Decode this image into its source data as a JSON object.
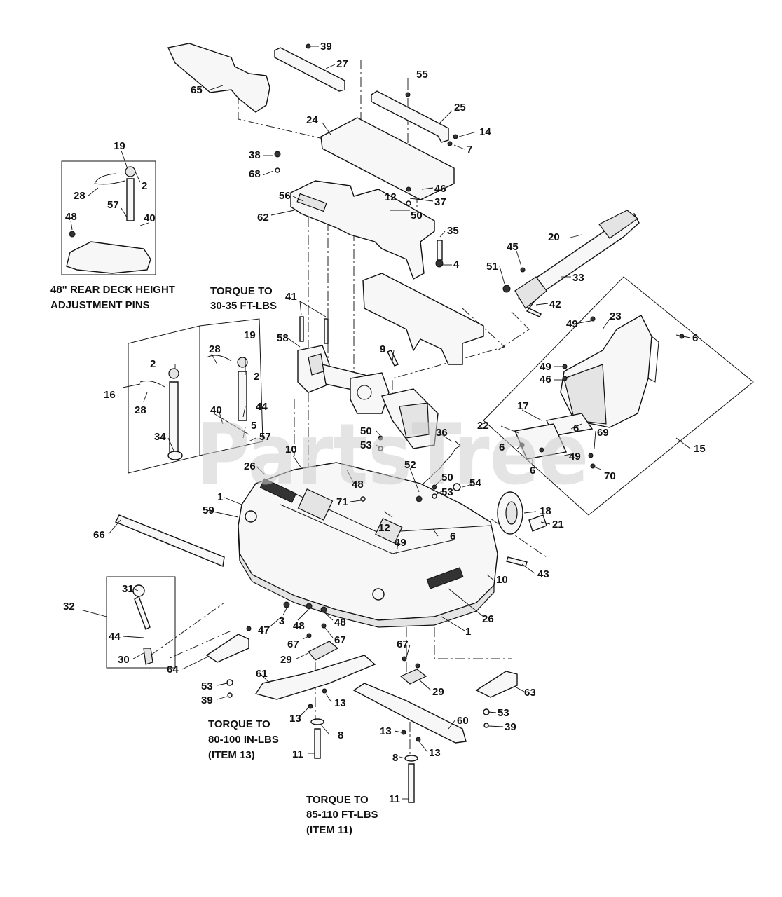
{
  "watermark": "PartsTree",
  "notes": {
    "rear_deck_line1": "48\" REAR DECK HEIGHT",
    "rear_deck_line2": "ADJUSTMENT PINS",
    "torque1_line1": "TORQUE TO",
    "torque1_line2": "30-35 FT-LBS",
    "torque2_line1": "TORQUE TO",
    "torque2_line2": "80-100 IN-LBS",
    "torque2_line3": "(ITEM 13)",
    "torque3_line1": "TORQUE TO",
    "torque3_line2": "85-110 FT-LBS",
    "torque3_line3": "(ITEM 11)"
  },
  "callouts": [
    {
      "id": "c39a",
      "text": "39"
    },
    {
      "id": "c27",
      "text": "27"
    },
    {
      "id": "c65",
      "text": "65"
    },
    {
      "id": "c55",
      "text": "55"
    },
    {
      "id": "c25",
      "text": "25"
    },
    {
      "id": "c24",
      "text": "24"
    },
    {
      "id": "c14",
      "text": "14"
    },
    {
      "id": "c7",
      "text": "7"
    },
    {
      "id": "c38",
      "text": "38"
    },
    {
      "id": "c68",
      "text": "68"
    },
    {
      "id": "c19a",
      "text": "19"
    },
    {
      "id": "c2a",
      "text": "2"
    },
    {
      "id": "c28a",
      "text": "28"
    },
    {
      "id": "c57a",
      "text": "57"
    },
    {
      "id": "c48a",
      "text": "48"
    },
    {
      "id": "c40a",
      "text": "40"
    },
    {
      "id": "c46a",
      "text": "46"
    },
    {
      "id": "c12a",
      "text": "12"
    },
    {
      "id": "c37",
      "text": "37"
    },
    {
      "id": "c56",
      "text": "56"
    },
    {
      "id": "c50a",
      "text": "50"
    },
    {
      "id": "c62",
      "text": "62"
    },
    {
      "id": "c35",
      "text": "35"
    },
    {
      "id": "c20",
      "text": "20"
    },
    {
      "id": "c45",
      "text": "45"
    },
    {
      "id": "c4",
      "text": "4"
    },
    {
      "id": "c51",
      "text": "51"
    },
    {
      "id": "c33",
      "text": "33"
    },
    {
      "id": "c42",
      "text": "42"
    },
    {
      "id": "c41",
      "text": "41"
    },
    {
      "id": "c23",
      "text": "23"
    },
    {
      "id": "c49a",
      "text": "49"
    },
    {
      "id": "c6a",
      "text": "6"
    },
    {
      "id": "c19b",
      "text": "19"
    },
    {
      "id": "c58",
      "text": "58"
    },
    {
      "id": "c9",
      "text": "9"
    },
    {
      "id": "c49b",
      "text": "49"
    },
    {
      "id": "c46b",
      "text": "46"
    },
    {
      "id": "c28b",
      "text": "28"
    },
    {
      "id": "c2b",
      "text": "2"
    },
    {
      "id": "c2c",
      "text": "2"
    },
    {
      "id": "c16",
      "text": "16"
    },
    {
      "id": "c28c",
      "text": "28"
    },
    {
      "id": "c44a",
      "text": "44"
    },
    {
      "id": "c40b",
      "text": "40"
    },
    {
      "id": "c5",
      "text": "5"
    },
    {
      "id": "c17",
      "text": "17"
    },
    {
      "id": "c22",
      "text": "22"
    },
    {
      "id": "c6b",
      "text": "6"
    },
    {
      "id": "c34",
      "text": "34"
    },
    {
      "id": "c57b",
      "text": "57"
    },
    {
      "id": "c50b",
      "text": "50"
    },
    {
      "id": "c36",
      "text": "36"
    },
    {
      "id": "c69",
      "text": "69"
    },
    {
      "id": "c6c",
      "text": "6"
    },
    {
      "id": "c15",
      "text": "15"
    },
    {
      "id": "c10a",
      "text": "10"
    },
    {
      "id": "c53a",
      "text": "53"
    },
    {
      "id": "c49c",
      "text": "49"
    },
    {
      "id": "c6d",
      "text": "6"
    },
    {
      "id": "c26a",
      "text": "26"
    },
    {
      "id": "c52",
      "text": "52"
    },
    {
      "id": "c70",
      "text": "70"
    },
    {
      "id": "c50c",
      "text": "50"
    },
    {
      "id": "c48b",
      "text": "48"
    },
    {
      "id": "c54",
      "text": "54"
    },
    {
      "id": "c53b",
      "text": "53"
    },
    {
      "id": "c1a",
      "text": "1"
    },
    {
      "id": "c59",
      "text": "59"
    },
    {
      "id": "c71",
      "text": "71"
    },
    {
      "id": "c18",
      "text": "18"
    },
    {
      "id": "c12b",
      "text": "12"
    },
    {
      "id": "c21",
      "text": "21"
    },
    {
      "id": "c66",
      "text": "66"
    },
    {
      "id": "c6e",
      "text": "6"
    },
    {
      "id": "c49d",
      "text": "49"
    },
    {
      "id": "c43",
      "text": "43"
    },
    {
      "id": "c10b",
      "text": "10"
    },
    {
      "id": "c31",
      "text": "31"
    },
    {
      "id": "c32",
      "text": "32"
    },
    {
      "id": "c26b",
      "text": "26"
    },
    {
      "id": "c3",
      "text": "3"
    },
    {
      "id": "c48c",
      "text": "48"
    },
    {
      "id": "c47",
      "text": "47"
    },
    {
      "id": "c48d",
      "text": "48"
    },
    {
      "id": "c1b",
      "text": "1"
    },
    {
      "id": "c44b",
      "text": "44"
    },
    {
      "id": "c67a",
      "text": "67"
    },
    {
      "id": "c67b",
      "text": "67"
    },
    {
      "id": "c67c",
      "text": "67"
    },
    {
      "id": "c30",
      "text": "30"
    },
    {
      "id": "c29a",
      "text": "29"
    },
    {
      "id": "c64",
      "text": "64"
    },
    {
      "id": "c29b",
      "text": "29"
    },
    {
      "id": "c53c",
      "text": "53"
    },
    {
      "id": "c61",
      "text": "61"
    },
    {
      "id": "c63",
      "text": "63"
    },
    {
      "id": "c39b",
      "text": "39"
    },
    {
      "id": "c13a",
      "text": "13"
    },
    {
      "id": "c53d",
      "text": "53"
    },
    {
      "id": "c13b",
      "text": "13"
    },
    {
      "id": "c39c",
      "text": "39"
    },
    {
      "id": "c60",
      "text": "60"
    },
    {
      "id": "c8a",
      "text": "8"
    },
    {
      "id": "c13c",
      "text": "13"
    },
    {
      "id": "c13d",
      "text": "13"
    },
    {
      "id": "c11a",
      "text": "11"
    },
    {
      "id": "c8b",
      "text": "8"
    },
    {
      "id": "c11b",
      "text": "11"
    }
  ]
}
